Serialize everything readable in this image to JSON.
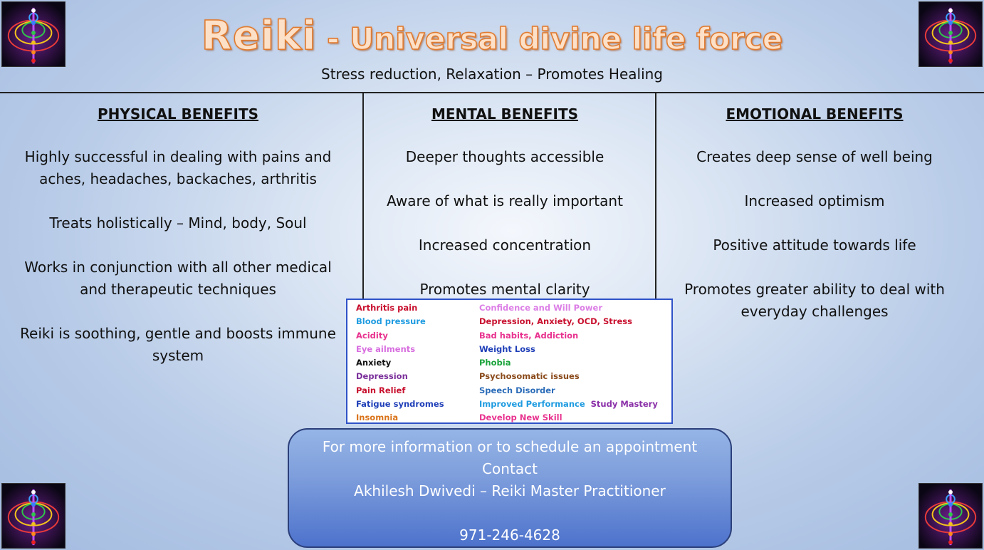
{
  "header": {
    "title_main": "Reiki",
    "title_rest": " - Universal divine life force",
    "subtitle": "Stress reduction, Relaxation – Promotes Healing"
  },
  "columns": [
    {
      "heading": "PHYSICAL BENEFITS",
      "items": [
        "Highly successful in dealing with pains and aches, headaches, backaches, arthritis",
        "Treats holistically – Mind, body, Soul",
        "Works in conjunction with all other medical and therapeutic techniques",
        "Reiki is soothing, gentle and boosts immune system"
      ]
    },
    {
      "heading": "MENTAL BENEFITS",
      "items": [
        "Deeper thoughts accessible",
        "Aware of what is really important",
        "Increased concentration",
        "Promotes mental clarity"
      ]
    },
    {
      "heading": "EMOTIONAL BENEFITS",
      "items": [
        "Creates deep sense of well being",
        "Increased optimism",
        "Positive attitude towards life",
        "Promotes greater ability to deal with everyday challenges"
      ]
    }
  ],
  "conditions": {
    "left": [
      {
        "text": "Arthritis pain",
        "color": "#c8102e"
      },
      {
        "text": "Blood pressure",
        "color": "#1e9be0"
      },
      {
        "text": "Acidity",
        "color": "#e8338f"
      },
      {
        "text": "Eye ailments",
        "color": "#d86ee0"
      },
      {
        "text": "Anxiety",
        "color": "#111111"
      },
      {
        "text": "Depression",
        "color": "#7a2f9a"
      },
      {
        "text": "Pain Relief",
        "color": "#c8102e"
      },
      {
        "text": "Fatigue syndromes",
        "color": "#1f3fb8"
      },
      {
        "text": "Insomnia",
        "color": "#d9731a"
      }
    ],
    "right": [
      {
        "text": "Confidence and Will Power",
        "color": "#dc7ee6"
      },
      {
        "text": "Depression, Anxiety, OCD, Stress",
        "color": "#c8102e"
      },
      {
        "text": "Bad habits, Addiction",
        "color": "#e8338f"
      },
      {
        "text": "Weight Loss",
        "color": "#1f3fb8"
      },
      {
        "text": "Phobia",
        "color": "#1aa33a"
      },
      {
        "text": "Psychosomatic issues",
        "color": "#8a4a1a"
      },
      {
        "text": "Speech Disorder",
        "color": "#2b6cb8"
      },
      {
        "text": "Improved Performance",
        "color": "#1e9be0"
      },
      {
        "text": "Develop New Skill",
        "color": "#e8338f"
      }
    ],
    "extra": {
      "text": "Study Mastery",
      "color": "#8a2fa8"
    }
  },
  "contact": {
    "line1": "For more information or to schedule an appointment",
    "line2": "Contact",
    "line3": "Akhilesh Dwivedi – Reiki Master Practitioner",
    "phone": "971-246-4628"
  }
}
